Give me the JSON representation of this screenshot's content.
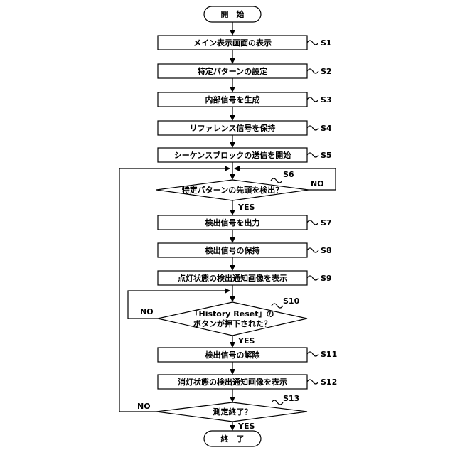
{
  "flowchart": {
    "start": "開　始",
    "end": "終　了",
    "steps": {
      "s1": {
        "text": "メイン表示画面の表示",
        "id": "S1"
      },
      "s2": {
        "text": "特定パターンの設定",
        "id": "S2"
      },
      "s3": {
        "text": "内部信号を生成",
        "id": "S3"
      },
      "s4": {
        "text": "リファレンス信号を保持",
        "id": "S4"
      },
      "s5": {
        "text": "シーケンスブロックの送信を開始",
        "id": "S5"
      },
      "s6": {
        "text": "特定パターンの先頭を検出？",
        "id": "S6",
        "yes": "YES",
        "no": "NO"
      },
      "s7": {
        "text": "検出信号を出力",
        "id": "S7"
      },
      "s8": {
        "text": "検出信号の保持",
        "id": "S8"
      },
      "s9": {
        "text": "点灯状態の検出通知画像を表示",
        "id": "S9"
      },
      "s10": {
        "line1": "「History Reset」の",
        "line2": "ボタンが押下された？",
        "id": "S10",
        "yes": "YES",
        "no": "NO"
      },
      "s11": {
        "text": "検出信号の解除",
        "id": "S11"
      },
      "s12": {
        "text": "消灯状態の検出通知画像を表示",
        "id": "S12"
      },
      "s13": {
        "text": "測定終了？",
        "id": "S13",
        "yes": "YES",
        "no": "NO"
      }
    }
  }
}
